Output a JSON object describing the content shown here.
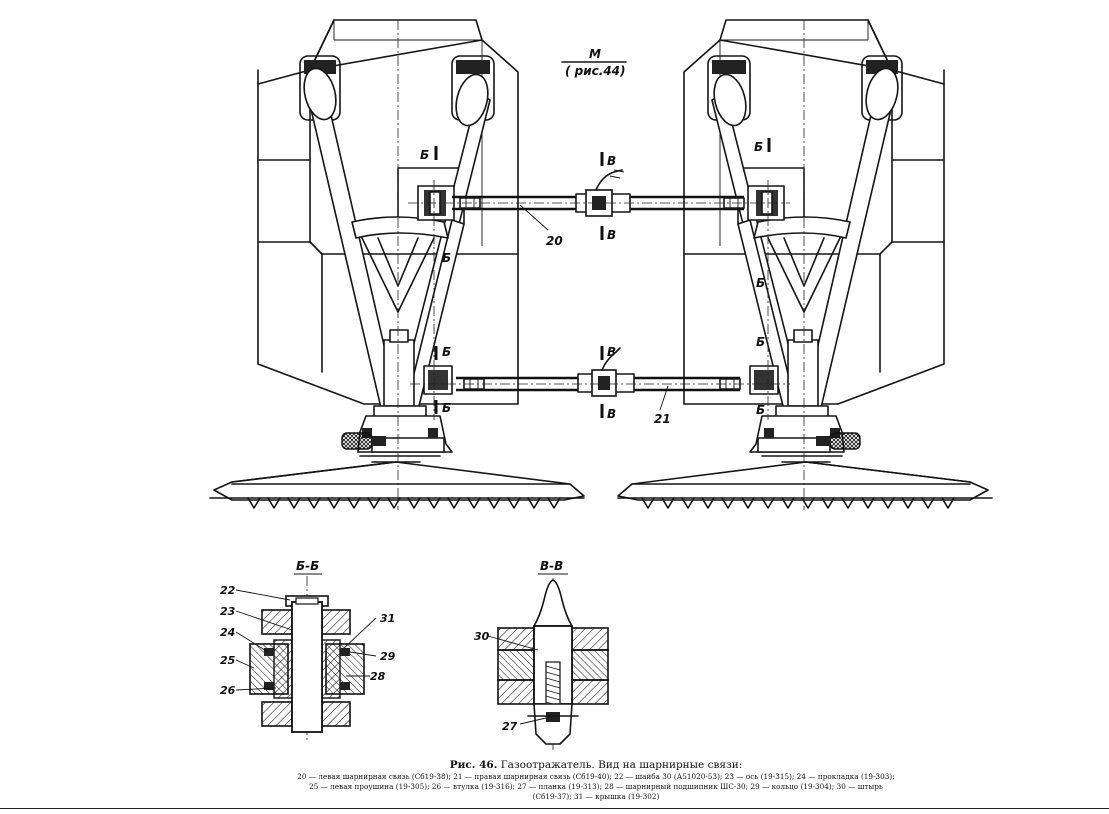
{
  "figure": {
    "ref_top": "М",
    "ref_bottom": "( рис.44)",
    "callouts": {
      "n20": "20",
      "n21": "21",
      "n22": "22",
      "n23": "23",
      "n24": "24",
      "n25": "25",
      "n26": "26",
      "n27": "27",
      "n28": "28",
      "n29": "29",
      "n30": "30",
      "n31": "31"
    },
    "section_marks": {
      "b": "Б",
      "v": "В"
    },
    "section_titles": {
      "bb": "Б-Б",
      "vv": "В-В"
    }
  },
  "caption": {
    "title_num": "Рис. 46.",
    "title_text": " Газоотражатель. Вид на шарнирные связи:",
    "legend_1": "20 — левая шарнирная связь (Сб19-38); 21 — правая шарнирная связь (Сб19-40); 22 — шайба 30 (А51020-53); 23 — ось (19-315); 24 — прокладка (19-303);",
    "legend_2": "25 — левая проушина (19-305); 26 — втулка (19-316); 27 — планка (19-313); 28 — шарнирный подшипник ШС-30; 29 — кольцо (19-304); 30 — штырь",
    "legend_3": "(Сб19-37); 31 — крышка (19-302)"
  }
}
